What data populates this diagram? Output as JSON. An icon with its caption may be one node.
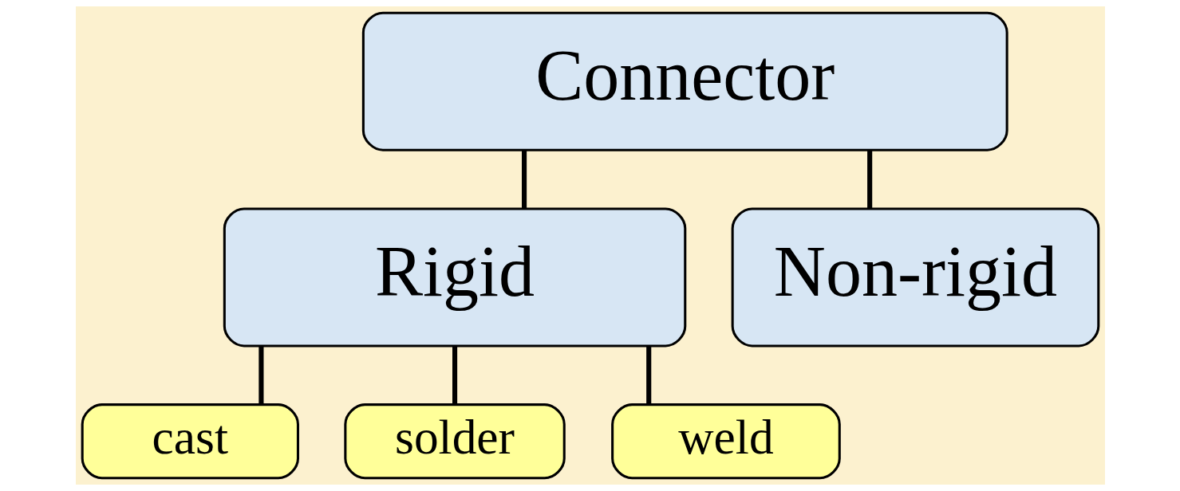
{
  "diagram": {
    "nodes": [
      {
        "text": [
          "Connector"
        ]
      },
      {
        "text": [
          "Rigid"
        ]
      },
      {
        "text": [
          "Non-rigid"
        ]
      },
      {
        "text": [
          "cast"
        ]
      },
      {
        "text": [
          "solder"
        ]
      },
      {
        "text": [
          "weld"
        ]
      }
    ],
    "edges": [
      {
        "from": 0,
        "to": 1,
        "arrow": "none"
      },
      {
        "from": 0,
        "to": 2,
        "arrow": "none"
      },
      {
        "from": 1,
        "to": 3,
        "arrow": "none"
      },
      {
        "from": 1,
        "to": 4,
        "arrow": "none"
      },
      {
        "from": 1,
        "to": 5,
        "arrow": "none"
      }
    ]
  }
}
